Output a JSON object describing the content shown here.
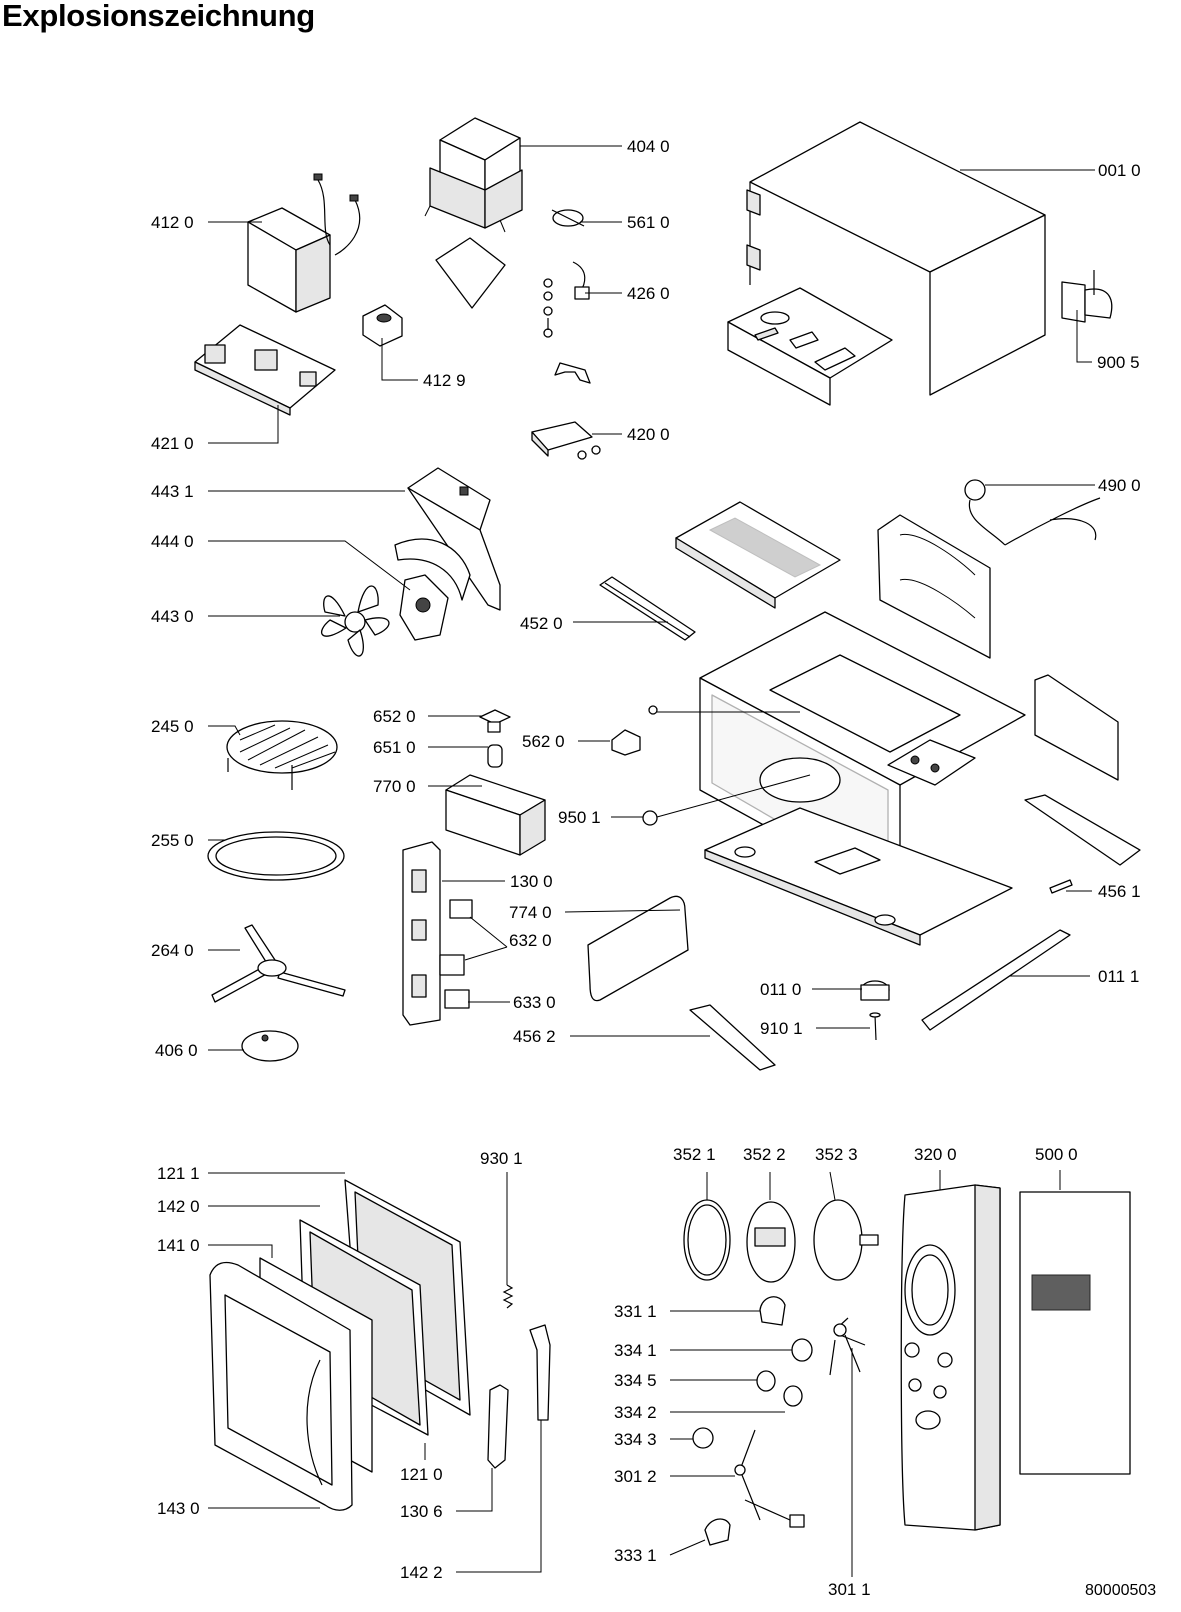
{
  "title": "Explosionszeichnung",
  "drawing_number": "80000503",
  "part_labels": [
    "404 0",
    "001 0",
    "412 0",
    "561 0",
    "426 0",
    "412 9",
    "900 5",
    "420 0",
    "421 0",
    "443 1",
    "490 0",
    "444 0",
    "443 0",
    "452 0",
    "245 0",
    "652 0",
    "651 0",
    "562 0",
    "770 0",
    "950 1",
    "255 0",
    "130 0",
    "774 0",
    "456 1",
    "632 0",
    "264 0",
    "011 0",
    "011 1",
    "633 0",
    "910 1",
    "406 0",
    "456 2",
    "930 1",
    "352 1",
    "352 2",
    "352 3",
    "320 0",
    "500 0",
    "121 1",
    "142 0",
    "141 0",
    "331 1",
    "334 1",
    "334 5",
    "334 2",
    "334 3",
    "121 0",
    "301 2",
    "143 0",
    "130 6",
    "333 1",
    "142 2",
    "301 1"
  ]
}
